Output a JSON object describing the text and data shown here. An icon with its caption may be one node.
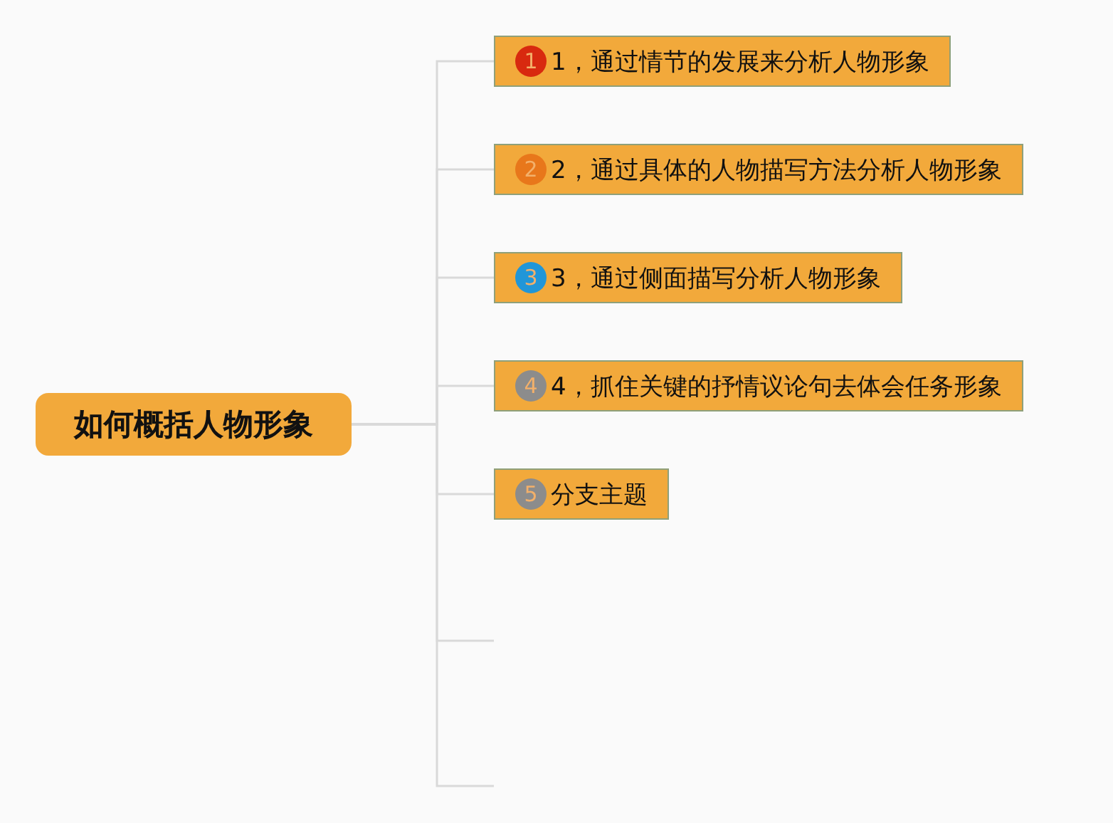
{
  "diagram": {
    "nodes": [
      {
        "text": [
          "如何概括人物形象"
        ]
      },
      {
        "text": [
          "1",
          "1，通过情节的发展来分析人物形象"
        ]
      },
      {
        "text": [
          "2",
          "2，通过具体的人物描写方法分析人物形象"
        ]
      },
      {
        "text": [
          "3",
          "3，通过侧面描写分析人物形象"
        ]
      },
      {
        "text": [
          "4",
          "4，抓住关键的抒情议论句去体会任务形象"
        ]
      },
      {
        "text": [
          "5",
          "分支主题"
        ]
      }
    ],
    "edges": [
      {
        "from": 0,
        "to": 1,
        "arrow": "none"
      },
      {
        "from": 0,
        "to": 2,
        "arrow": "none"
      },
      {
        "from": 0,
        "to": 3,
        "arrow": "none"
      },
      {
        "from": 0,
        "to": 4,
        "arrow": "none"
      },
      {
        "from": 0,
        "to": 5,
        "arrow": "none"
      },
      {
        "from": 0,
        "to": null,
        "arrow": "none"
      },
      {
        "from": 0,
        "to": null,
        "arrow": "none"
      }
    ]
  }
}
